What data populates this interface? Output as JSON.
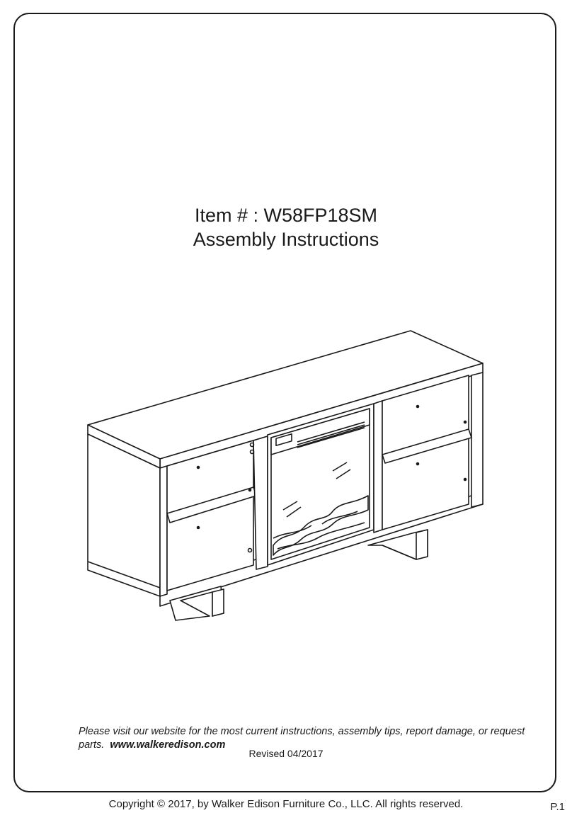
{
  "title": {
    "item_line": "Item # : W58FP18SM",
    "subtitle": "Assembly  Instructions"
  },
  "illustration": {
    "icon": "tv-stand-fireplace-line-drawing"
  },
  "note": {
    "text": "Please visit our website for the most current instructions, assembly tips, report damage, or request parts.",
    "website": "www.walkeredison.com"
  },
  "revised": "Revised 04/2017",
  "footer": {
    "copyright": "Copyright  © 2017, by Walker Edison Furniture Co., LLC. All rights reserved.",
    "page": "P.1"
  }
}
